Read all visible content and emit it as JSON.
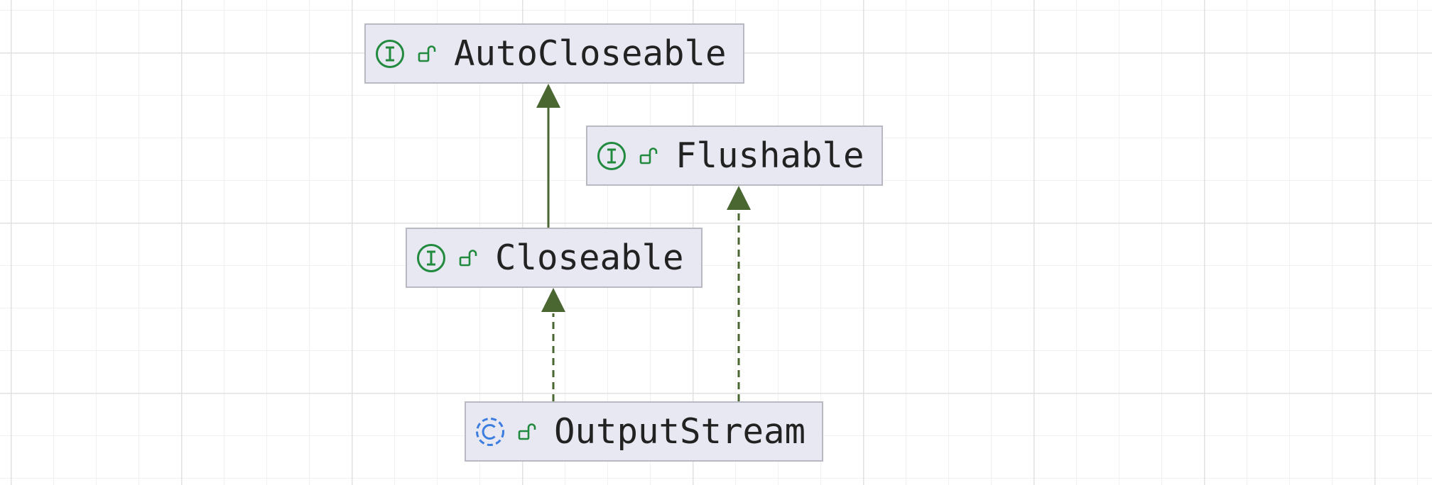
{
  "diagram": {
    "nodes": [
      {
        "id": "AutoCloseable",
        "label": "AutoCloseable",
        "kind": "interface",
        "kind_icon": "interface-icon",
        "visibility_icon": "public-lock-icon"
      },
      {
        "id": "Flushable",
        "label": "Flushable",
        "kind": "interface",
        "kind_icon": "interface-icon",
        "visibility_icon": "public-lock-icon"
      },
      {
        "id": "Closeable",
        "label": "Closeable",
        "kind": "interface",
        "kind_icon": "interface-icon",
        "visibility_icon": "public-lock-icon"
      },
      {
        "id": "OutputStream",
        "label": "OutputStream",
        "kind": "abstract-class",
        "kind_icon": "abstract-class-icon",
        "visibility_icon": "public-lock-icon"
      }
    ],
    "edges": [
      {
        "from": "Closeable",
        "to": "AutoCloseable",
        "relation": "extends",
        "style": "solid"
      },
      {
        "from": "OutputStream",
        "to": "Closeable",
        "relation": "implements",
        "style": "dashed"
      },
      {
        "from": "OutputStream",
        "to": "Flushable",
        "relation": "implements",
        "style": "dashed"
      }
    ],
    "colors": {
      "edge": "#4a6631",
      "interface_icon": "#218a3e",
      "abstract_class_icon": "#3c7ee0",
      "node_fill": "#e8e8f2",
      "node_border": "#b9b9c3",
      "text": "#222222"
    }
  }
}
